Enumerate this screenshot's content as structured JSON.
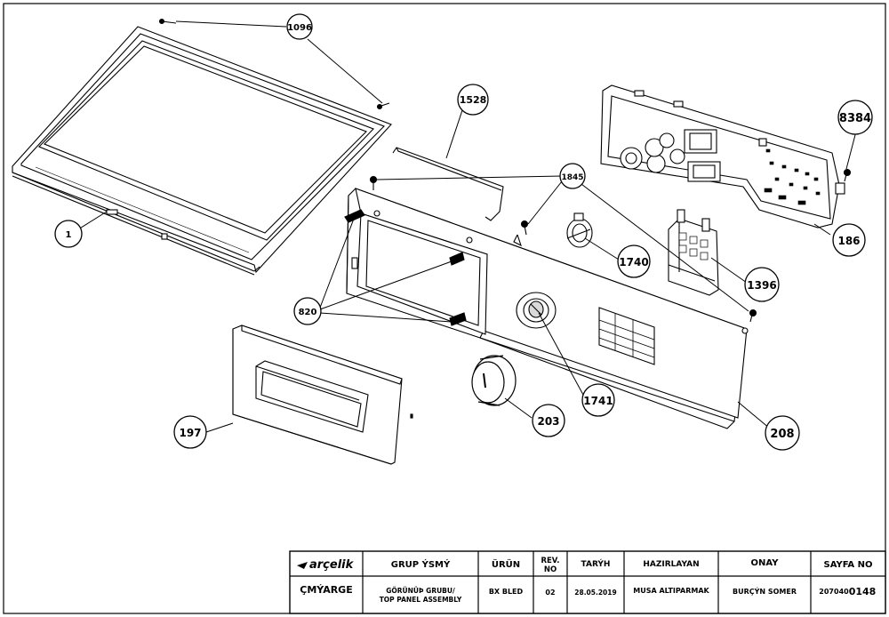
{
  "callouts": [
    {
      "label": "1096"
    },
    {
      "label": "1528"
    },
    {
      "label": "8384"
    },
    {
      "label": "1845"
    },
    {
      "label": "1"
    },
    {
      "label": "186"
    },
    {
      "label": "1740"
    },
    {
      "label": "1396"
    },
    {
      "label": "820"
    },
    {
      "label": "1741"
    },
    {
      "label": "203"
    },
    {
      "label": "197"
    },
    {
      "label": "208"
    }
  ],
  "title_block": {
    "brand": "arçelik",
    "headers": {
      "group_name": "GRUP ÝSMÝ",
      "product": "ÜRÜN",
      "rev_no_line1": "REV.",
      "rev_no_line2": "NO",
      "date": "TARÝH",
      "prepared_by": "HAZIRLAYAN",
      "approval": "ONAY",
      "page_no": "SAYFA NO"
    },
    "values": {
      "company": "ÇMÝARGE",
      "group_line1": "GÖRÜNÜÞ GRUBU/",
      "group_line2": "TOP PANEL ASSEMBLY",
      "product": "BX BLED",
      "rev": "02",
      "date": "28.05.2019",
      "prepared_by": "MUSA ALTIPARMAK",
      "approved_by": "BURÇÝN SOMER",
      "page_prefix": "207040",
      "page_suffix": "0148"
    }
  },
  "colors": {
    "line": "#000000",
    "part_fill": "#ffffff",
    "shade": "#d9d9d9"
  }
}
